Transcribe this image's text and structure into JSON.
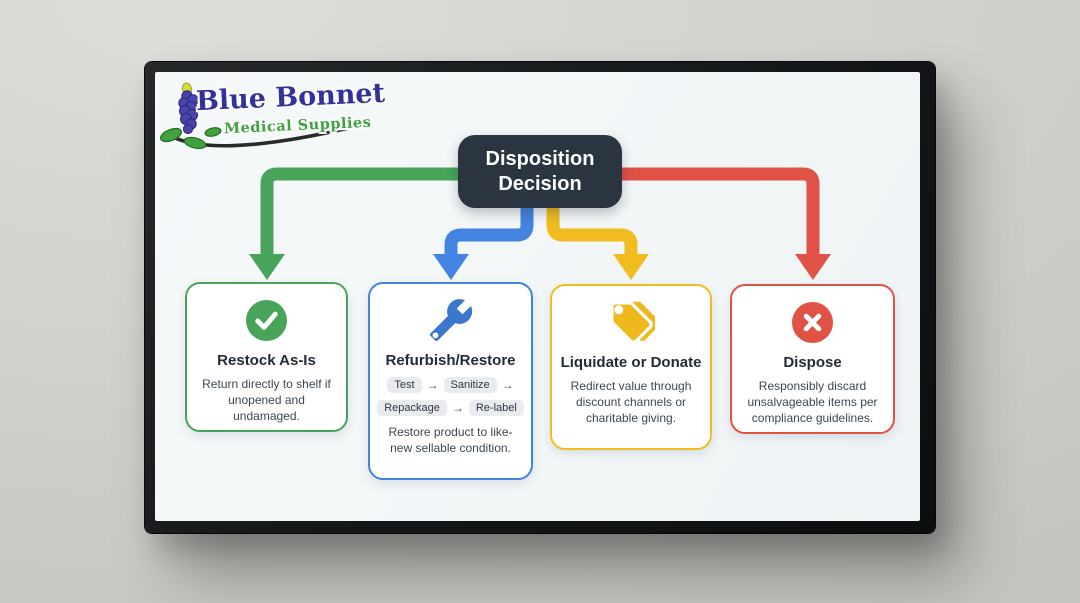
{
  "logo": {
    "name": "Blue Bonnet",
    "tagline": "Medical Supplies"
  },
  "title_box": {
    "label": "Disposition Decision"
  },
  "ui": {
    "step_arrow": "→"
  },
  "colors": {
    "restock_green": "#47a45a",
    "refurbish_blue": "#4383e2",
    "liquidate_yellow": "#f0bc20",
    "dispose_red": "#e05146",
    "decision_box": "#2b3441",
    "screen_bg": "#f4f7f8"
  },
  "branches": [
    {
      "icon": "check-circle-icon",
      "title": "Restock As-Is",
      "body": "Return directly to shelf if unopened and undamaged."
    },
    {
      "icon": "wrench-icon",
      "title": "Refurbish/Restore",
      "steps": [
        "Test",
        "Sanitize",
        "Repackage",
        "Re-label"
      ],
      "body": "Restore product to like-new sellable condition."
    },
    {
      "icon": "tags-icon",
      "title": "Liquidate or Donate",
      "body": "Redirect value through discount channels or charitable giving."
    },
    {
      "icon": "x-circle-icon",
      "title": "Dispose",
      "body": "Responsibly discard unsalvageable items per compliance guidelines."
    }
  ]
}
